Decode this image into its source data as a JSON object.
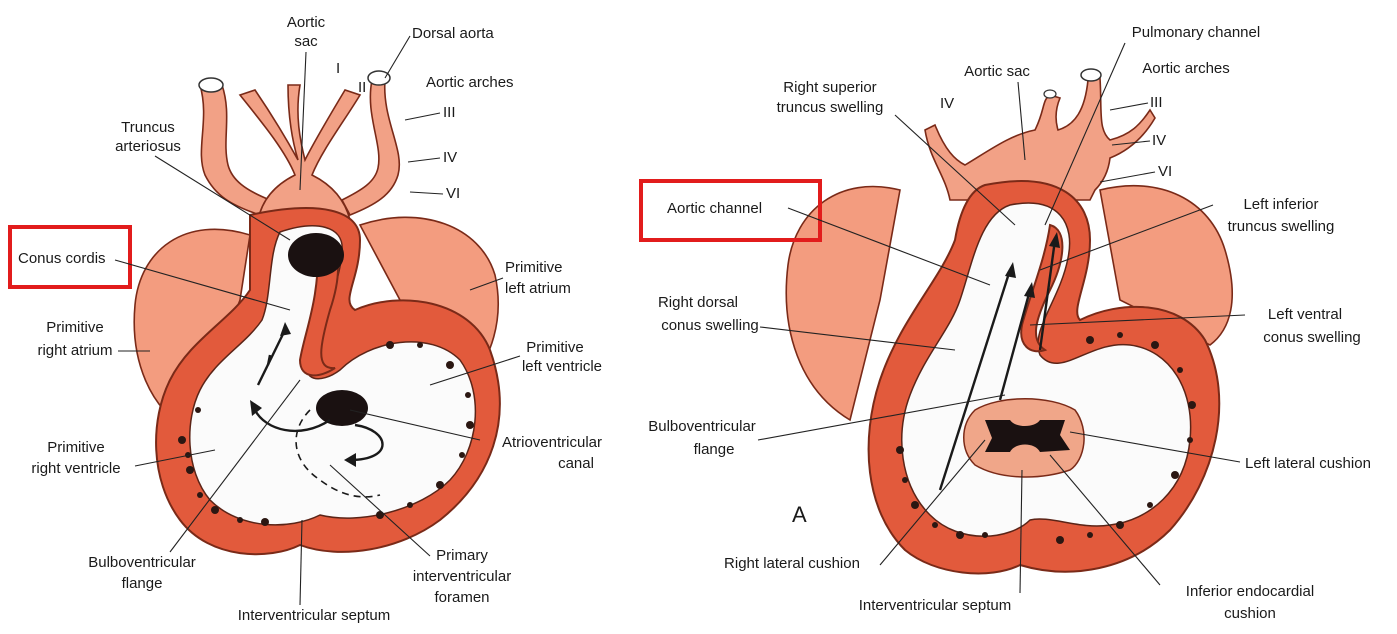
{
  "left_figure": {
    "labels": {
      "aortic_sac": [
        "Aortic",
        "sac"
      ],
      "dorsal_aorta": "Dorsal aorta",
      "aortic_arches": "Aortic arches",
      "arch_I": "I",
      "arch_II": "II",
      "arch_III": "III",
      "arch_IV": "IV",
      "arch_VI": "VI",
      "truncus_arteriosus": [
        "Truncus",
        "arteriosus"
      ],
      "conus_cordis": "Conus cordis",
      "primitive_left_atrium": [
        "Primitive",
        "left atrium"
      ],
      "primitive_right_atrium": [
        "Primitive",
        "right atrium"
      ],
      "primitive_left_ventricle": [
        "Primitive",
        "left ventricle"
      ],
      "atrioventricular_canal": [
        "Atrioventricular",
        "canal"
      ],
      "primitive_right_ventricle": [
        "Primitive",
        "right ventricle"
      ],
      "bulboventricular_flange": [
        "Bulboventricular",
        "flange"
      ],
      "primary_interventricular_foramen": [
        "Primary",
        "interventricular",
        "foramen"
      ],
      "interventricular_septum": "Interventricular septum"
    },
    "highlighted_label": "Conus cordis"
  },
  "right_figure": {
    "labels": {
      "pulmonary_channel": "Pulmonary channel",
      "aortic_sac": "Aortic sac",
      "aortic_arches": "Aortic arches",
      "arch_IV_top": "IV",
      "arch_III": "III",
      "arch_IV": "IV",
      "arch_VI": "VI",
      "right_superior_truncus_swelling": [
        "Right superior",
        "truncus swelling"
      ],
      "aortic_channel": "Aortic channel",
      "left_inferior_truncus_swelling": [
        "Left inferior",
        "truncus swelling"
      ],
      "right_dorsal_conus_swelling": [
        "Right dorsal",
        "conus swelling"
      ],
      "left_ventral_conus_swelling": [
        "Left ventral",
        "conus swelling"
      ],
      "bulboventricular_flange": [
        "Bulboventricular",
        "flange"
      ],
      "left_lateral_cushion": "Left lateral cushion",
      "panel_letter": "A",
      "right_lateral_cushion": "Right lateral cushion",
      "interventricular_septum": "Interventricular septum",
      "inferior_endocardial_cushion": [
        "Inferior endocardial",
        "cushion"
      ]
    },
    "highlighted_label": "Aortic channel"
  },
  "colors": {
    "highlight": "#e21c1c",
    "myocardium": "#e25a3c",
    "vessel": "#f2a186",
    "atrium": "#f39c7f"
  }
}
